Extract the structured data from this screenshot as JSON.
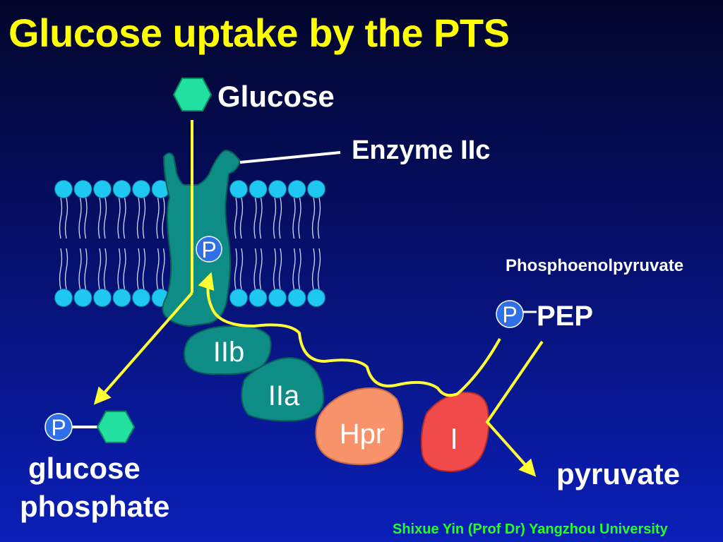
{
  "title": "Glucose uptake by the PTS",
  "labels": {
    "glucose": "Glucose",
    "enzyme_iic": "Enzyme IIc",
    "pep_full": "Phosphoenolpyruvate",
    "pep": "PEP",
    "glucose_phosphate_line1": "glucose",
    "glucose_phosphate_line2": "phosphate",
    "pyruvate": "pyruvate"
  },
  "proteins": {
    "iib": "IIb",
    "iia": "IIa",
    "hpr": "Hpr",
    "enzyme_i": "I"
  },
  "phosphate_symbol": "P",
  "credit": "Shixue Yin (Prof Dr) Yangzhou University",
  "colors": {
    "title": "#ffff00",
    "arrow": "#ffff33",
    "glucose": "#22e0a0",
    "membrane_head": "#1ec8f0",
    "protein_teal": "#0e8c86",
    "hpr": "#f7926a",
    "enzyme_i": "#f04a4a",
    "phosphate": "#2f6fe8",
    "credit": "#22ff22"
  }
}
